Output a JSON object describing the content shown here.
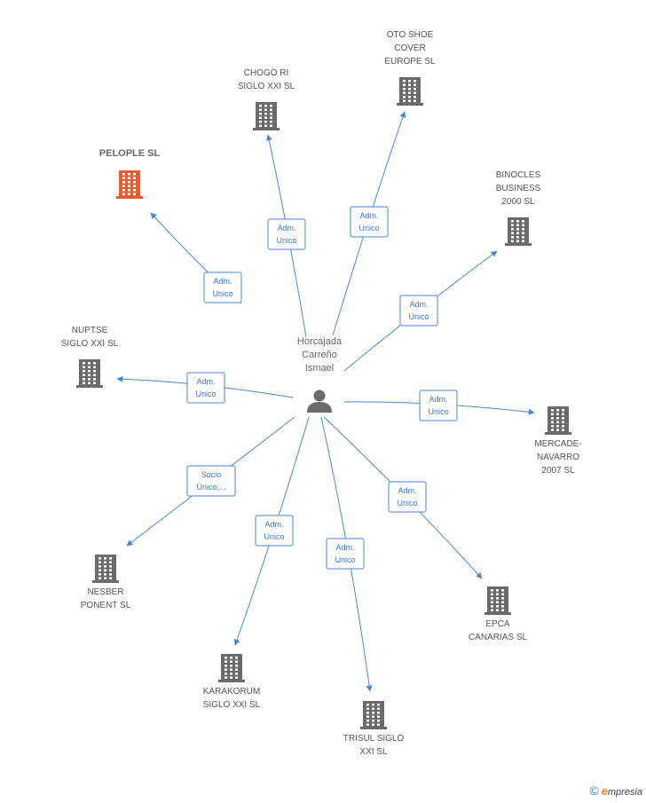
{
  "colors": {
    "edge": "#4a86d8",
    "building": "#6b6b6b",
    "building_highlight": "#f05a28",
    "person": "#6b6b6b"
  },
  "person": {
    "lines": [
      "Horcajada",
      "Carreño",
      "Ismael"
    ],
    "icon": "person-icon"
  },
  "companies": [
    {
      "id": "pelople",
      "lines": [
        "PELOPLE SL"
      ],
      "highlight": true,
      "icon": "building-icon"
    },
    {
      "id": "chogo",
      "lines": [
        "CHOGO RI",
        "SIGLO XXI SL"
      ],
      "icon": "building-icon"
    },
    {
      "id": "otoshoe",
      "lines": [
        "OTO SHOE",
        "COVER",
        "EUROPE SL"
      ],
      "icon": "building-icon"
    },
    {
      "id": "binocles",
      "lines": [
        "BINOCLES",
        "BUSINESS",
        "2000 SL"
      ],
      "icon": "building-icon"
    },
    {
      "id": "nuptse",
      "lines": [
        "NUPTSE",
        "SIGLO XXI SL"
      ],
      "icon": "building-icon"
    },
    {
      "id": "mercade",
      "lines": [
        "MERCADE-",
        "NAVARRO",
        "2007 SL"
      ],
      "icon": "building-icon"
    },
    {
      "id": "nesber",
      "lines": [
        "NESBER",
        "PONENT SL"
      ],
      "icon": "building-icon"
    },
    {
      "id": "epca",
      "lines": [
        "EPCA",
        "CANARIAS SL"
      ],
      "icon": "building-icon"
    },
    {
      "id": "karakorum",
      "lines": [
        "KARAKORUM",
        "SIGLO XXI SL"
      ],
      "icon": "building-icon"
    },
    {
      "id": "trisul",
      "lines": [
        "TRISUL SIGLO",
        "XXI SL"
      ],
      "icon": "building-icon"
    }
  ],
  "edges": [
    {
      "to": "pelople",
      "role": [
        "Adm.",
        "Unico"
      ]
    },
    {
      "to": "chogo",
      "role": [
        "Adm.",
        "Unico"
      ]
    },
    {
      "to": "otoshoe",
      "role": [
        "Adm.",
        "Unico"
      ]
    },
    {
      "to": "binocles",
      "role": [
        "Adm.",
        "Unico"
      ]
    },
    {
      "to": "nuptse",
      "role": [
        "Adm.",
        "Unico"
      ]
    },
    {
      "to": "mercade",
      "role": [
        "Adm.",
        "Unico"
      ]
    },
    {
      "to": "nesber",
      "role": [
        "Socio",
        "Único,..."
      ]
    },
    {
      "to": "epca",
      "role": [
        "Adm.",
        "Unico"
      ]
    },
    {
      "to": "karakorum",
      "role": [
        "Adm.",
        "Unico"
      ]
    },
    {
      "to": "trisul",
      "role": [
        "Adm.",
        "Unico"
      ]
    }
  ],
  "footer": {
    "copyright_symbol": "©",
    "brand_initial": "e",
    "brand_rest": "mpresia"
  }
}
